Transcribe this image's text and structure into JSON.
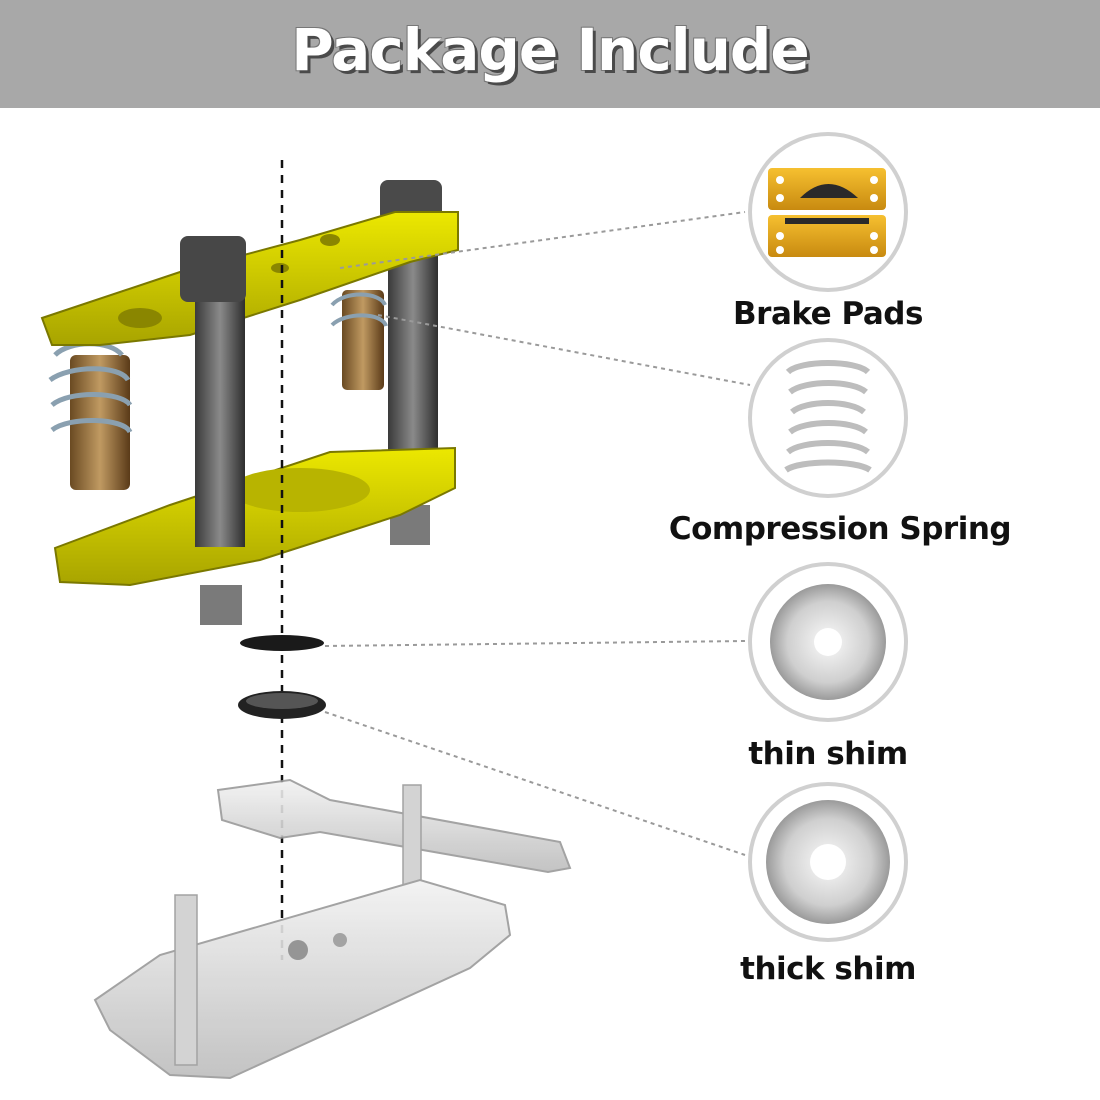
{
  "header": {
    "title": "Package Include"
  },
  "items": [
    {
      "label": "Brake Pads",
      "icon": "brake-pads-icon"
    },
    {
      "label": "Compression Spring",
      "icon": "spring-icon"
    },
    {
      "label": "thin shim",
      "icon": "thin-shim-icon"
    },
    {
      "label": "thick shim",
      "icon": "thick-shim-icon"
    }
  ],
  "colors": {
    "header_bg": "#a8a8a8",
    "bracket_yellow": "#d8d400",
    "pad_gold": "#e8a818",
    "metal": "#c8c8c8"
  }
}
